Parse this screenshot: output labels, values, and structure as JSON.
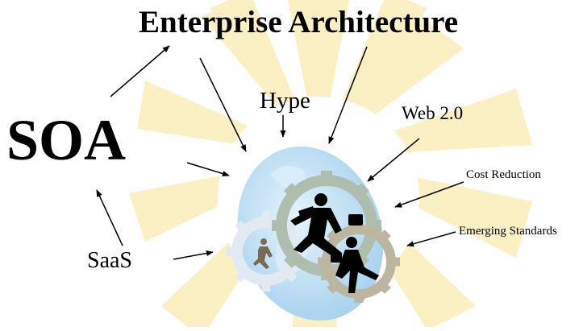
{
  "diagram": {
    "title": "Enterprise Architecture",
    "labels": {
      "soa": "SOA",
      "hype": "Hype",
      "web20": "Web 2.0",
      "cost_reduction": "Cost Reduction",
      "emerging_standards": "Emerging Standards",
      "saas": "SaaS"
    },
    "icons": [
      "starburst-background",
      "globe-icon",
      "gear-icon",
      "businessman-running-icon"
    ],
    "colors": {
      "burst": "#FBEFC4",
      "globe": "#BFE0F4",
      "gear_green": "#AEBDAE",
      "gear_tan": "#BCB6A0",
      "gear_blue": "#E1E9F3",
      "figure": "#000000"
    }
  }
}
